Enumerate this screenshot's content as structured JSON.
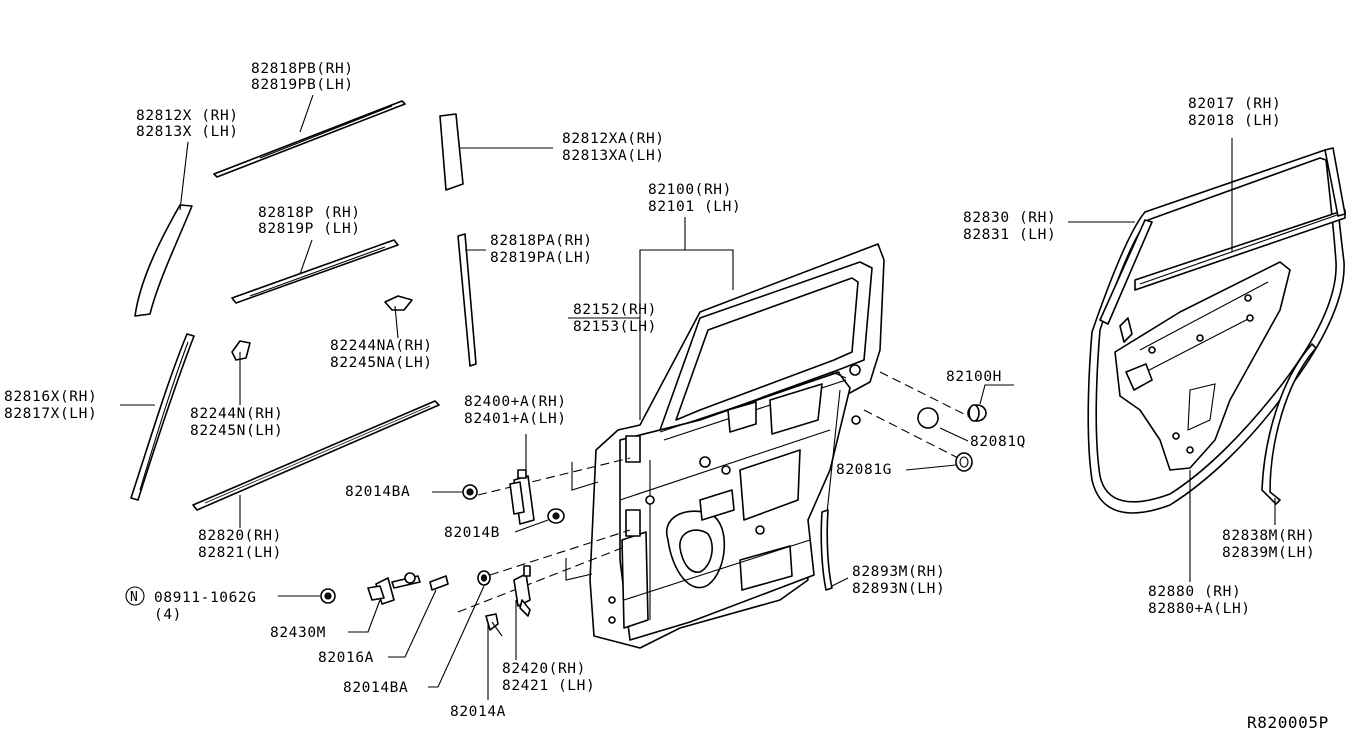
{
  "diagram_code": "R820005P",
  "labels": {
    "l_82818PB": [
      "82818PB(RH)",
      "82819PB(LH)"
    ],
    "l_82812X": [
      "82812X (RH)",
      "82813X (LH)"
    ],
    "l_82812XA": [
      "82812XA(RH)",
      "82813XA(LH)"
    ],
    "l_82818P": [
      "82818P (RH)",
      "82819P (LH)"
    ],
    "l_82818PA": [
      "82818PA(RH)",
      "82819PA(LH)"
    ],
    "l_82100": [
      "82100(RH)",
      "82101 (LH)"
    ],
    "l_82152": [
      "82152(RH)",
      "82153(LH)"
    ],
    "l_82244NA": [
      "82244NA(RH)",
      "82245NA(LH)"
    ],
    "l_82816X": [
      "82816X(RH)",
      "82817X(LH)"
    ],
    "l_82244N": [
      "82244N(RH)",
      "82245N(LH)"
    ],
    "l_82400": [
      "82400+A(RH)",
      "82401+A(LH)"
    ],
    "l_82100H": [
      "82100H"
    ],
    "l_82081Q": [
      "82081Q"
    ],
    "l_82081G": [
      "82081G"
    ],
    "l_82014BA_top": [
      "82014BA"
    ],
    "l_82014B": [
      "82014B"
    ],
    "l_82820": [
      "82820(RH)",
      "82821(LH)"
    ],
    "l_08911": [
      "08911-1062G",
      "(4)"
    ],
    "l_82430M": [
      "82430M"
    ],
    "l_82016A": [
      "82016A"
    ],
    "l_82014BA_bot": [
      "82014BA"
    ],
    "l_82014A": [
      "82014A"
    ],
    "l_82420": [
      "82420(RH)",
      "82421 (LH)"
    ],
    "l_82893M": [
      "82893M(RH)",
      "82893N(LH)"
    ],
    "l_82017": [
      "82017 (RH)",
      "82018 (LH)"
    ],
    "l_82830": [
      "82830 (RH)",
      "82831 (LH)"
    ],
    "l_82838M": [
      "82838M(RH)",
      "82839M(LH)"
    ],
    "l_82880": [
      "82880 (RH)",
      "82880+A(LH)"
    ]
  },
  "nut_symbol": "N"
}
